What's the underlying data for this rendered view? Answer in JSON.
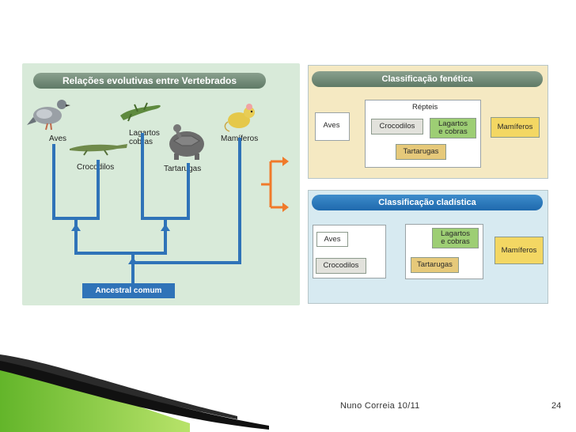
{
  "left": {
    "title": "Relações evolutivas entre Vertebrados",
    "labels": {
      "aves": "Aves",
      "lagartos": "Lagartos\ncobras",
      "mamiferos": "Mamíferos",
      "crocodilos": "Crocodilos",
      "tartarugas": "Tartarugas"
    },
    "ancestor": "Ancestral comum"
  },
  "fenetic": {
    "title": "Classificação fenética",
    "group_label": "Répteis",
    "aves": "Aves",
    "crocodilos": "Crocodilos",
    "lagartos": "Lagartos\ne cobras",
    "tartarugas": "Tartarugas",
    "mamiferos": "Mamíferos"
  },
  "cladistic": {
    "title": "Classificação cladística",
    "aves": "Aves",
    "crocodilos": "Crocodilos",
    "lagartos": "Lagartos\ne cobras",
    "tartarugas": "Tartarugas",
    "mamiferos": "Mamíferos"
  },
  "footer": {
    "author": "Nuno Correia 10/11",
    "page": "24"
  },
  "colors": {
    "cladogram_line": "#2f73b8",
    "arrow": "#f07a2a",
    "slide_accent_green": "#7ac943"
  }
}
